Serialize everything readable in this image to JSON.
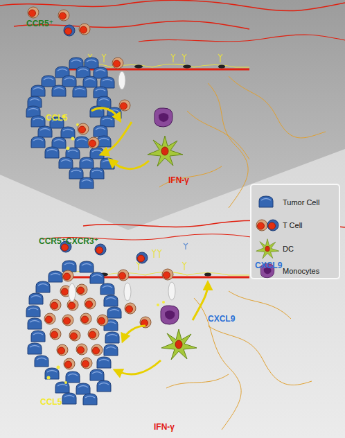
{
  "diagram": {
    "labels": [
      "CCR5⁺",
      "CCL5",
      "IFN-γ",
      "CCR5⁺CXCR3⁺",
      "CXCL9",
      "CXCL9",
      "CCL5",
      "IFN-γ"
    ],
    "legend": [
      {
        "text": "Tumor Cell"
      },
      {
        "text": "T Cell"
      },
      {
        "text": "DC"
      },
      {
        "text": "Monocytes"
      }
    ]
  }
}
